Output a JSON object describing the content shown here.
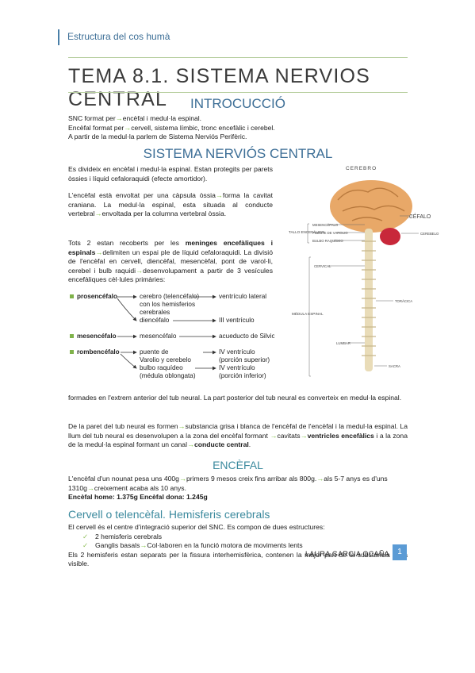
{
  "header": {
    "section": "Estructura del cos humà"
  },
  "title": "TEMA 8.1. SISTEMA NERVIOS CENTRAL",
  "intro": {
    "heading": "INTROCUCCIÓ",
    "l1a": "SNC format per",
    "l1b": "encèfal i medul·la espinal.",
    "l2a": "Encèfal format per",
    "l2b": "cervell, sistema límbic, tronc encefàlic i cerebel.",
    "l3": "A partir de la medul·la parlem de Sistema Nerviós Perifèric."
  },
  "snc": {
    "heading": "SISTEMA NERVIÓS CENTRAL",
    "p1": "Es divideix en encèfal i medul·la espinal. Estan protegits per parets òssies i líquid cefaloraquidi (efecte amortidor).",
    "p2a": "L'encèfal està envoltat per una càpsula òssia",
    "p2b": "forma la cavitat craniana. La medul·la espinal, esta situada al conducte vertebral",
    "p2c": "envoltada per la columna vertebral òssia.",
    "p3a": "Tots 2 estan recoberts per les ",
    "p3b": "meninges encefàliques i espinals",
    "p3c": "delimiten un espai ple de líquid cefaloraquidi. La divisió de l'encèfal en cervell, diencèfal, mesencèfal, pont de varol·li, cerebel i bulb raquidi",
    "p3d": "desenvolupament a partir de 3 vesícules encefàliques cèl·lules primàries:",
    "p4": "formades en l'extrem anterior del tub neural. La part posterior del tub neural es converteix en medul·la espinal.",
    "p5a": "De la paret del tub neural es formen",
    "p5b": "substancia grisa i blanca de l'encèfal de l'encèfal i la medul·la espinal. La llum del tub neural es desenvolupen a la zona del encèfal formant ",
    "p5c": "cavitats",
    "p5d": "ventricles encefàlics",
    "p5e": " i a la zona de la medul·la espinal formant un canal",
    "p5f": "conducte central",
    "p5g": "."
  },
  "diagram": {
    "pro": "prosencéfalo",
    "pro_items": [
      "cerebro (telencéfalo)",
      "con los hemisferios",
      "cerebrales",
      "diencéfalo"
    ],
    "pro_out1": "ventrículo lateral",
    "pro_out2": "III ventrículo",
    "meso": "mesencéfalo",
    "meso_item": "mesencéfalo",
    "meso_out": "acueducto de Silvio",
    "rombo": "rombencéfalo",
    "rombo_items": [
      "puente de",
      "Varolio y cerebelo",
      "bulbo raquídeo",
      "(médula oblongata)"
    ],
    "rombo_out": [
      "IV ventrículo",
      "(porción superior)",
      "IV ventrículo",
      "(porción inferior)"
    ]
  },
  "figure": {
    "title": "CEREBRO",
    "encefalo": "ENCÉFALO",
    "tallo": "TALLO ENCEFÁLICO",
    "mesencefalo": "MESENCÉFALO",
    "puente": "PUENTE DE VAROLIO",
    "bulbo": "BULBO RAQUÍDEO",
    "cerebelo": "CEREBELO",
    "cervical": "CERVICAL",
    "toracica": "TORÁCICA",
    "medula": "MÉDULA ESPINAL",
    "lumbar": "LUMBAR",
    "sacra": "SACRA"
  },
  "encefal": {
    "heading": "ENCÈFAL",
    "l1a": "L'encèfal d'un nounat pesa uns 400g",
    "l1b": "primers 9 mesos creix fins arribar als 800g.",
    "l1c": "als 5-7 anys es d'uns 1310g",
    "l1d": "creixement acaba als 10 anys.",
    "l2": "Encèfal home: 1.375g Encèfal dona: 1.245g"
  },
  "cervell": {
    "heading": "Cervell o telencèfal. Hemisferis cerebrals",
    "l1": "El cervell és el centre d'integració superior del SNC. Es compon de dues estructures:",
    "li1": "2 hemisferis cerebrals",
    "li2a": "Ganglis basals",
    "li2b": "Col·laboren en la funció motora de moviments lents",
    "l2": "Els 2 hemisferis estan separats per la fissura interhemisfèrica, contenen la major part de la substancia grisa visible."
  },
  "footer": {
    "author": "LAURA GARCIA OCAÑA",
    "page": "1"
  },
  "colors": {
    "accent": "#3c6e96",
    "arrow": "#7fc241",
    "rule": "#b8cfa0",
    "badge": "#5b9bd5"
  }
}
